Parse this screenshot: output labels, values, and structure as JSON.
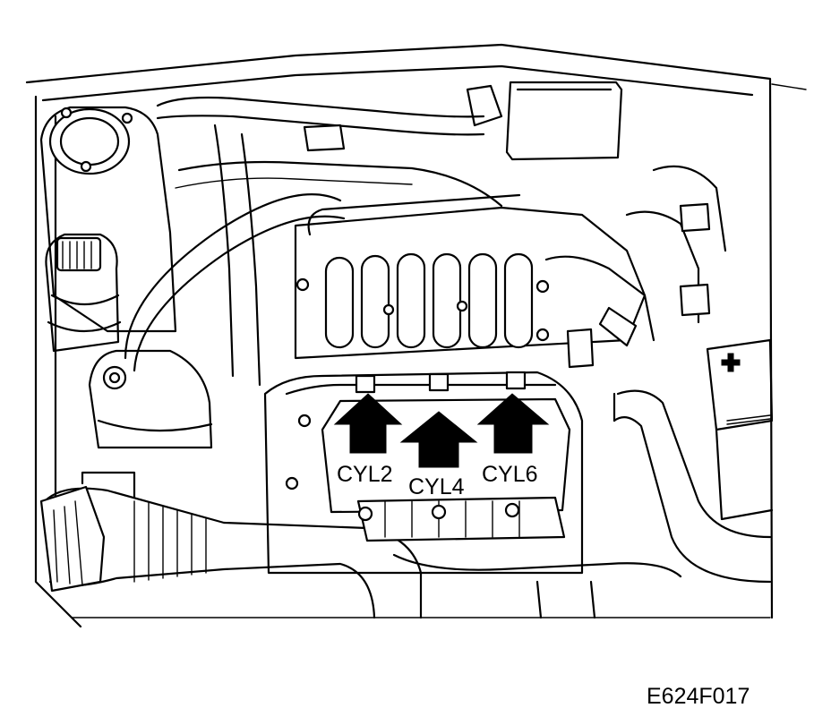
{
  "labels": {
    "cyl2": "CYL2",
    "cyl4": "CYL4",
    "cyl6": "CYL6"
  },
  "figure_code": "E624F017",
  "colors": {
    "ink": "#000000",
    "paper": "#ffffff"
  }
}
